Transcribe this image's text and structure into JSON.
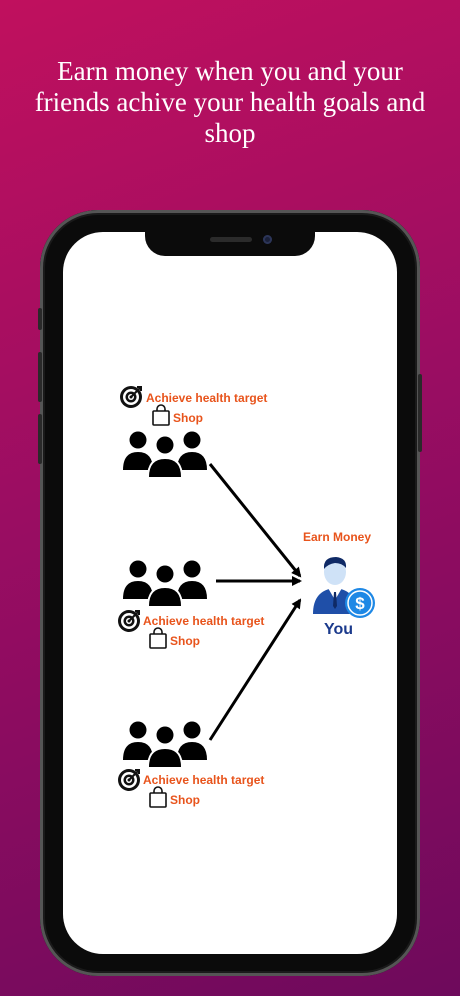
{
  "headline": "Earn money when you and your friends achive your health goals and shop",
  "diagram": {
    "group_top": {
      "target_label": "Achieve health target",
      "shop_label": "Shop"
    },
    "group_middle": {
      "target_label": "Achieve health target",
      "shop_label": "Shop"
    },
    "group_bottom": {
      "target_label": "Achieve health target",
      "shop_label": "Shop"
    },
    "earn_label": "Earn Money",
    "you_label": "You"
  },
  "colors": {
    "accent_orange": "#e8541c",
    "you_blue": "#1b3a8c",
    "coin_blue": "#1e88e5"
  },
  "icons": [
    "target-icon",
    "shopping-bag-icon",
    "people-group-icon",
    "user-money-icon"
  ]
}
